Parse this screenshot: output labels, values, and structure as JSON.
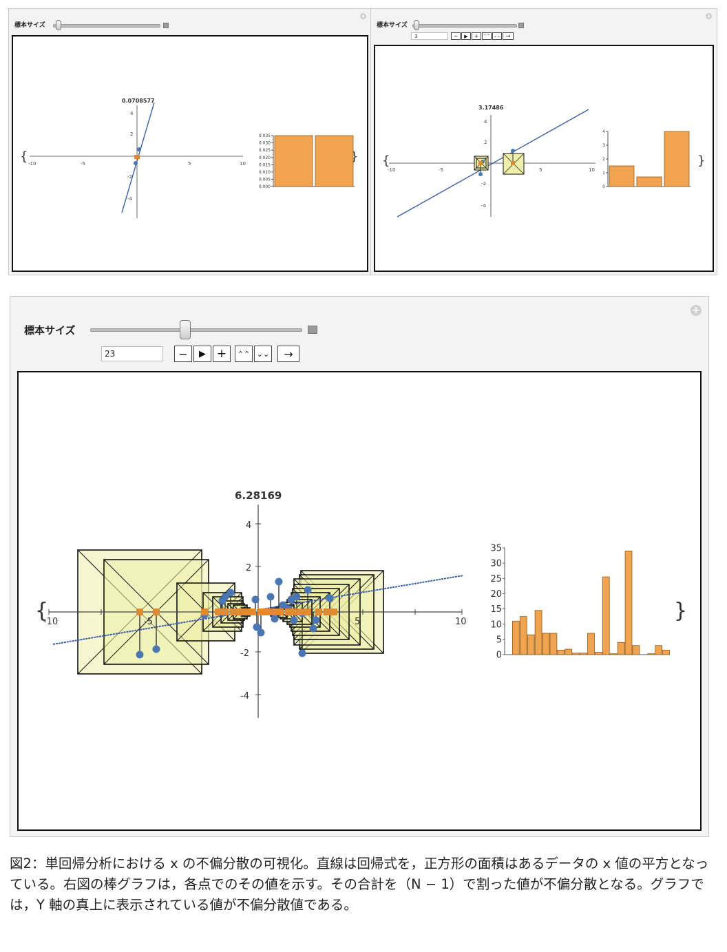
{
  "panels": {
    "top_left": {
      "slider_label": "標本サイズ",
      "value_label": "0.0708577",
      "x_ticks": [
        "-10",
        "-5",
        "5",
        "10"
      ],
      "y_ticks": [
        "4",
        "2",
        "-2",
        "-4"
      ],
      "bar_ticks": [
        "0.035",
        "0.030",
        "0.025",
        "0.020",
        "0.015",
        "0.010",
        "0.005",
        "0.000"
      ],
      "bar_values": [
        0.035,
        0.035
      ]
    },
    "top_right": {
      "slider_label": "標本サイズ",
      "input_value": "3",
      "value_label": "3.17486",
      "x_ticks": [
        "-10",
        "-5",
        "5",
        "10"
      ],
      "y_ticks": [
        "4",
        "2",
        "-2",
        "-4"
      ],
      "bar_ticks": [
        "4",
        "3",
        "2",
        "1",
        "0"
      ],
      "bar_values": [
        1.5,
        0.7,
        4.0
      ]
    },
    "main": {
      "slider_label": "標本サイズ",
      "input_value": "23",
      "controls": [
        "−",
        "▶",
        "+",
        "⌃⌃",
        "⌄⌄",
        "→"
      ],
      "value_label": "6.28169",
      "x_ticks": [
        "-10",
        "-5",
        "5",
        "10"
      ],
      "y_ticks": [
        "4",
        "2",
        "-2",
        "-4"
      ],
      "bar_ticks": [
        "35",
        "30",
        "25",
        "20",
        "15",
        "10",
        "5",
        "0"
      ],
      "bar_values": [
        0,
        11,
        12.5,
        6.5,
        14.5,
        7,
        7,
        1.5,
        1.8,
        0.5,
        0.5,
        7,
        0.8,
        25.5,
        0.3,
        4,
        34,
        3,
        0,
        0.3,
        3,
        1.5
      ],
      "brace_left": "{",
      "brace_right": "}"
    }
  },
  "caption": {
    "text": "図2：単回帰分析における x の不偏分散の可視化。直線は回帰式を，正方形の面積はあるデータの x 値の平方となっている。右図の棒グラフは，各点でのその値を示す。その合計を（N − 1）で割った値が不偏分散となる。グラフでは，Y 軸の真上に表示されている値が不偏分散値である。"
  },
  "colors": {
    "point_blue": "#4a76b4",
    "point_orange": "#e08a34",
    "bar_fill": "#f0a450",
    "square_fill": "#efeeaa",
    "line_blue": "#3a5fa8"
  }
}
